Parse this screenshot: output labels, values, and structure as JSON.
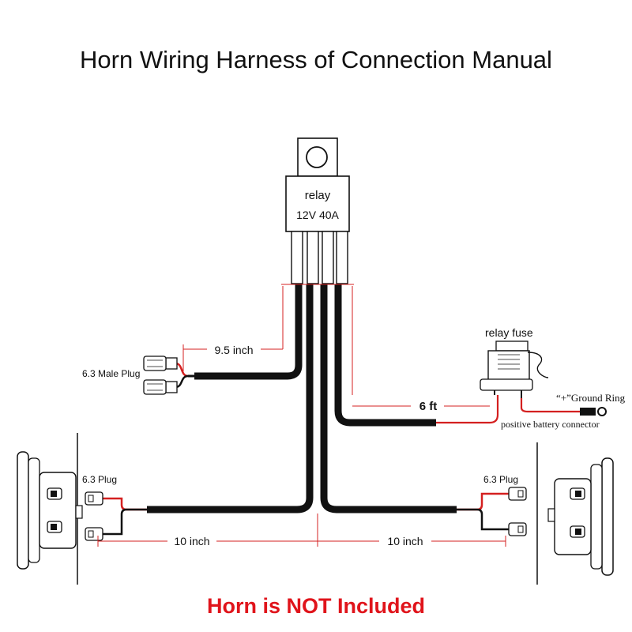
{
  "title": "Horn Wiring Harness of Connection Manual",
  "relay": {
    "label": "relay",
    "rating": "12V 40A"
  },
  "relay_fuse": {
    "label": "relay fuse"
  },
  "measurements": {
    "relay_to_plug": "9.5 inch",
    "battery_lead": "6 ft",
    "left_horn_lead": "10 inch",
    "right_horn_lead": "10 inch"
  },
  "connectors": {
    "male_plug": "6.3 Male Plug",
    "left_horn_plug": "6.3 Plug",
    "right_horn_plug": "6.3 Plug",
    "ground_ring": "“+”Ground Ring",
    "battery_connector": "positive battery connector"
  },
  "footer": "Horn is NOT Included",
  "colors": {
    "wire_black": "#111111",
    "wire_red": "#d42020",
    "footer_red": "#e0141b"
  }
}
